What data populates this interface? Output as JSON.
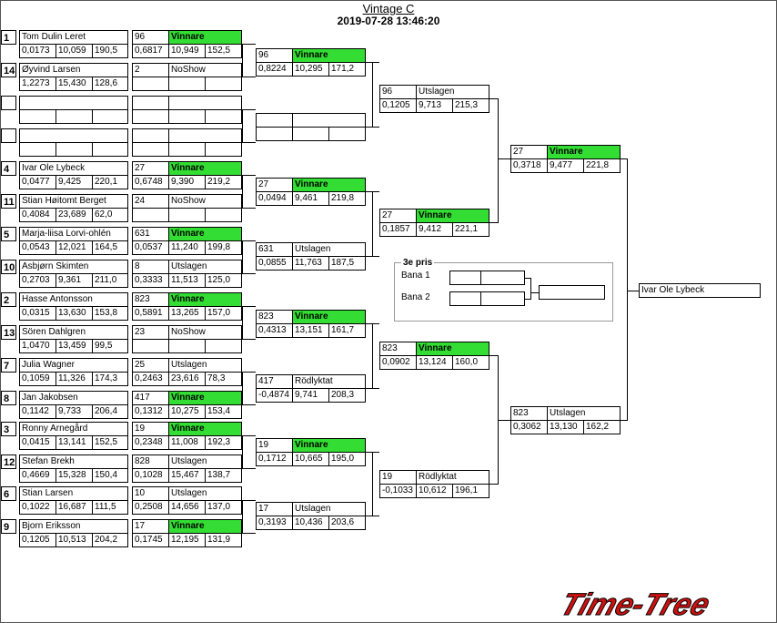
{
  "header": {
    "title": "Vintage C",
    "datetime": "2019-07-28 13:46:20"
  },
  "colors": {
    "winner": "#33dd33",
    "logo": "#cc1111"
  },
  "round1": [
    {
      "seed": "1",
      "name": "Tom Dulin Leret",
      "stats": [
        "0,0173",
        "10,059",
        "190,5"
      ],
      "car": "96",
      "result": "Vinnare",
      "res_stats": [
        "0,6817",
        "10,949",
        "152,5"
      ]
    },
    {
      "seed": "14",
      "name": "Øyvind Larsen",
      "stats": [
        "1,2273",
        "15,430",
        "128,6"
      ],
      "car": "2",
      "result": "NoShow",
      "res_stats": [
        "",
        "",
        ""
      ]
    },
    {
      "seed": "",
      "name": "",
      "stats": [
        "",
        "",
        ""
      ],
      "car": "",
      "result": "",
      "res_stats": [
        "",
        "",
        ""
      ]
    },
    {
      "seed": "",
      "name": "",
      "stats": [
        "",
        "",
        ""
      ],
      "car": "",
      "result": "",
      "res_stats": [
        "",
        "",
        ""
      ]
    },
    {
      "seed": "4",
      "name": "Ivar Ole Lybeck",
      "stats": [
        "0,0477",
        "9,425",
        "220,1"
      ],
      "car": "27",
      "result": "Vinnare",
      "res_stats": [
        "0,6748",
        "9,390",
        "219,2"
      ]
    },
    {
      "seed": "11",
      "name": "Stian Høitomt Berget",
      "stats": [
        "0,4084",
        "23,689",
        "62,0"
      ],
      "car": "24",
      "result": "NoShow",
      "res_stats": [
        "",
        "",
        ""
      ]
    },
    {
      "seed": "5",
      "name": "Marja-liisa Lorvi-ohlén",
      "stats": [
        "0,0543",
        "12,021",
        "164,5"
      ],
      "car": "631",
      "result": "Vinnare",
      "res_stats": [
        "0,0537",
        "11,240",
        "199,8"
      ]
    },
    {
      "seed": "10",
      "name": "Asbjørn Skimten",
      "stats": [
        "0,2703",
        "9,361",
        "211,0"
      ],
      "car": "8",
      "result": "Utslagen",
      "res_stats": [
        "0,3333",
        "11,513",
        "125,0"
      ]
    },
    {
      "seed": "2",
      "name": "Hasse Antonsson",
      "stats": [
        "0,0315",
        "13,630",
        "153,8"
      ],
      "car": "823",
      "result": "Vinnare",
      "res_stats": [
        "0,5891",
        "13,265",
        "157,0"
      ]
    },
    {
      "seed": "13",
      "name": "Sören Dahlgren",
      "stats": [
        "1,0470",
        "13,459",
        "99,5"
      ],
      "car": "23",
      "result": "NoShow",
      "res_stats": [
        "",
        "",
        ""
      ]
    },
    {
      "seed": "7",
      "name": "Julia Wagner",
      "stats": [
        "0,1059",
        "11,326",
        "174,3"
      ],
      "car": "25",
      "result": "Utslagen",
      "res_stats": [
        "0,2463",
        "23,616",
        "78,3"
      ]
    },
    {
      "seed": "8",
      "name": "Jan Jakobsen",
      "stats": [
        "0,1142",
        "9,733",
        "206,4"
      ],
      "car": "417",
      "result": "Vinnare",
      "res_stats": [
        "0,1312",
        "10,275",
        "153,4"
      ]
    },
    {
      "seed": "3",
      "name": "Ronny Arnegård",
      "stats": [
        "0,0415",
        "13,141",
        "152,5"
      ],
      "car": "19",
      "result": "Vinnare",
      "res_stats": [
        "0,2348",
        "11,008",
        "192,3"
      ]
    },
    {
      "seed": "12",
      "name": "Stefan Brekh",
      "stats": [
        "0,4669",
        "15,328",
        "150,4"
      ],
      "car": "828",
      "result": "Utslagen",
      "res_stats": [
        "0,1028",
        "15,467",
        "138,7"
      ]
    },
    {
      "seed": "6",
      "name": "Stian Larsen",
      "stats": [
        "0,1022",
        "16,687",
        "111,5"
      ],
      "car": "10",
      "result": "Utslagen",
      "res_stats": [
        "0,2508",
        "14,656",
        "137,0"
      ]
    },
    {
      "seed": "9",
      "name": "Bjorn Eriksson",
      "stats": [
        "0,1205",
        "10,513",
        "204,2"
      ],
      "car": "17",
      "result": "Vinnare",
      "res_stats": [
        "0,1745",
        "12,195",
        "131,9"
      ]
    }
  ],
  "round2": [
    {
      "car": "96",
      "result": "Vinnare",
      "stats": [
        "0,8224",
        "10,295",
        "171,2"
      ]
    },
    {
      "car": "",
      "result": "",
      "stats": [
        "",
        "",
        ""
      ]
    },
    {
      "car": "27",
      "result": "Vinnare",
      "stats": [
        "0,0494",
        "9,461",
        "219,8"
      ]
    },
    {
      "car": "631",
      "result": "Utslagen",
      "stats": [
        "0,0855",
        "11,763",
        "187,5"
      ]
    },
    {
      "car": "823",
      "result": "Vinnare",
      "stats": [
        "0,4313",
        "13,151",
        "161,7"
      ]
    },
    {
      "car": "417",
      "result": "Rödlyktat",
      "stats": [
        "-0,4874",
        "9,741",
        "208,3"
      ]
    },
    {
      "car": "19",
      "result": "Vinnare",
      "stats": [
        "0,1712",
        "10,665",
        "195,0"
      ]
    },
    {
      "car": "17",
      "result": "Utslagen",
      "stats": [
        "0,3193",
        "10,436",
        "203,6"
      ]
    }
  ],
  "round3": [
    {
      "car": "96",
      "result": "Utslagen",
      "stats": [
        "0,1205",
        "9,713",
        "215,3"
      ]
    },
    {
      "car": "27",
      "result": "Vinnare",
      "stats": [
        "0,1857",
        "9,412",
        "221,1"
      ]
    },
    {
      "car": "823",
      "result": "Vinnare",
      "stats": [
        "0,0902",
        "13,124",
        "160,0"
      ]
    },
    {
      "car": "19",
      "result": "Rödlyktat",
      "stats": [
        "-0,1033",
        "10,612",
        "196,1"
      ]
    }
  ],
  "round4": [
    {
      "car": "27",
      "result": "Vinnare",
      "stats": [
        "0,3718",
        "9,477",
        "221,8"
      ]
    },
    {
      "car": "823",
      "result": "Utslagen",
      "stats": [
        "0,3062",
        "13,130",
        "162,2"
      ]
    }
  ],
  "champion": "Ivar Ole Lybeck",
  "third": {
    "title": "3e pris",
    "lane1": "Bana 1",
    "lane2": "Bana 2"
  },
  "logo_text": "Time-Tree"
}
